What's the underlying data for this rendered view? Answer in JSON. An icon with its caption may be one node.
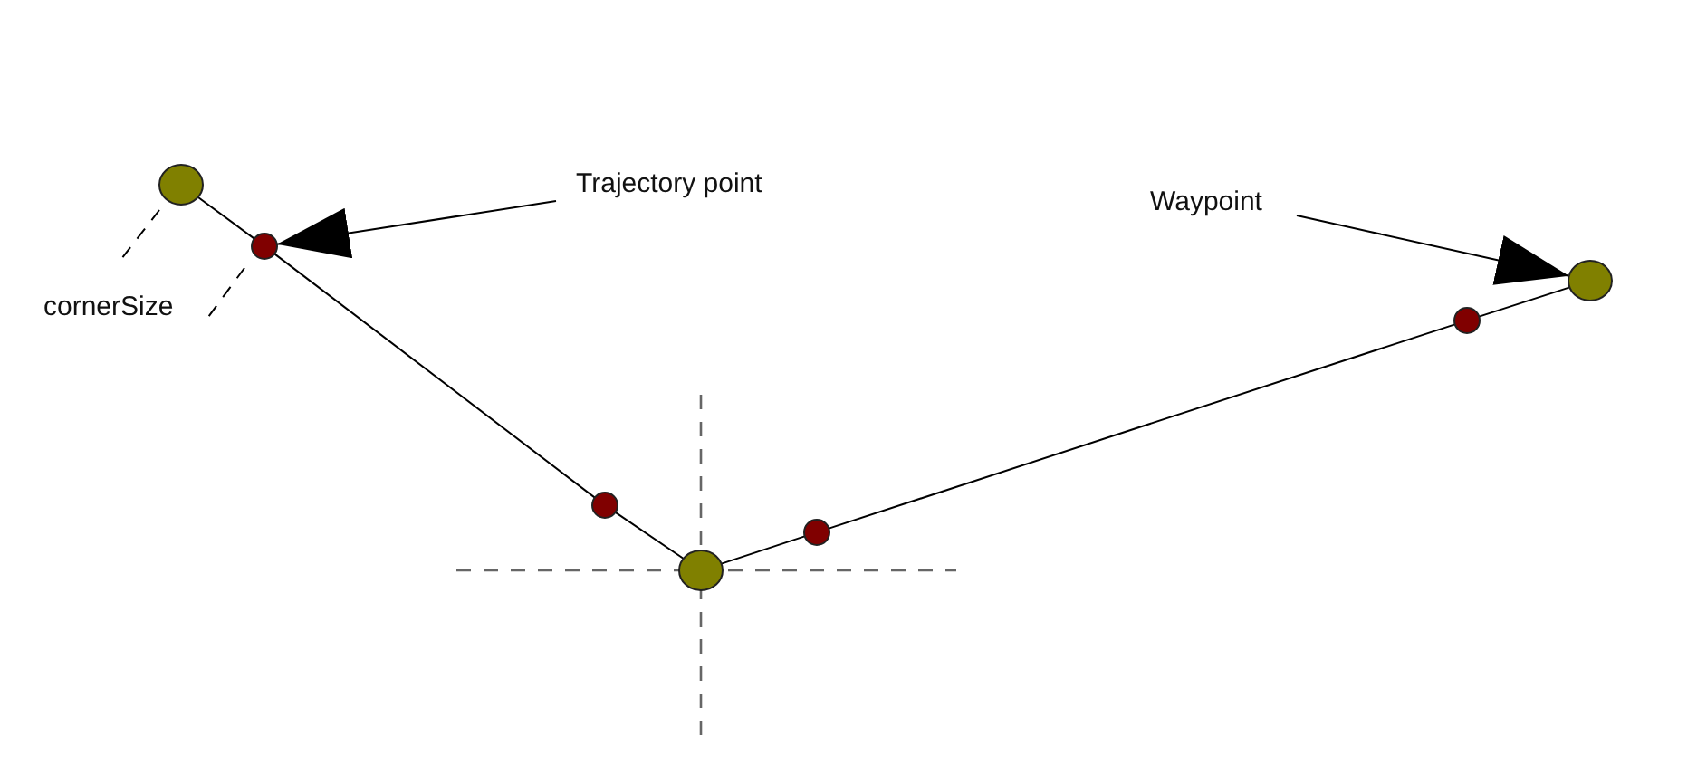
{
  "diagram": {
    "nodes": [
      {
        "text": [],
        "shape": "circle"
      },
      {
        "text": [],
        "shape": "circle"
      },
      {
        "text": [],
        "shape": "circle"
      },
      {
        "text": [],
        "shape": "circle"
      },
      {
        "text": [],
        "shape": "circle"
      },
      {
        "text": [],
        "shape": "circle"
      },
      {
        "text": [],
        "shape": "circle"
      },
      {
        "text": [
          "Trajectory point"
        ]
      },
      {
        "text": [
          "Waypoint"
        ]
      }
    ],
    "edges": [
      {
        "from": 0,
        "to": 1,
        "arrow": "none"
      },
      {
        "from": 1,
        "to": 2,
        "arrow": "none"
      },
      {
        "from": 2,
        "to": 3,
        "arrow": "none"
      },
      {
        "from": 3,
        "to": 4,
        "arrow": "none"
      },
      {
        "from": 4,
        "to": 5,
        "arrow": "none"
      },
      {
        "from": 5,
        "to": 6,
        "arrow": "none"
      },
      {
        "from": 7,
        "to": 1,
        "arrow": "to"
      },
      {
        "from": 8,
        "to": 6,
        "arrow": "to"
      }
    ],
    "labels": [
      "cornerSize"
    ]
  }
}
